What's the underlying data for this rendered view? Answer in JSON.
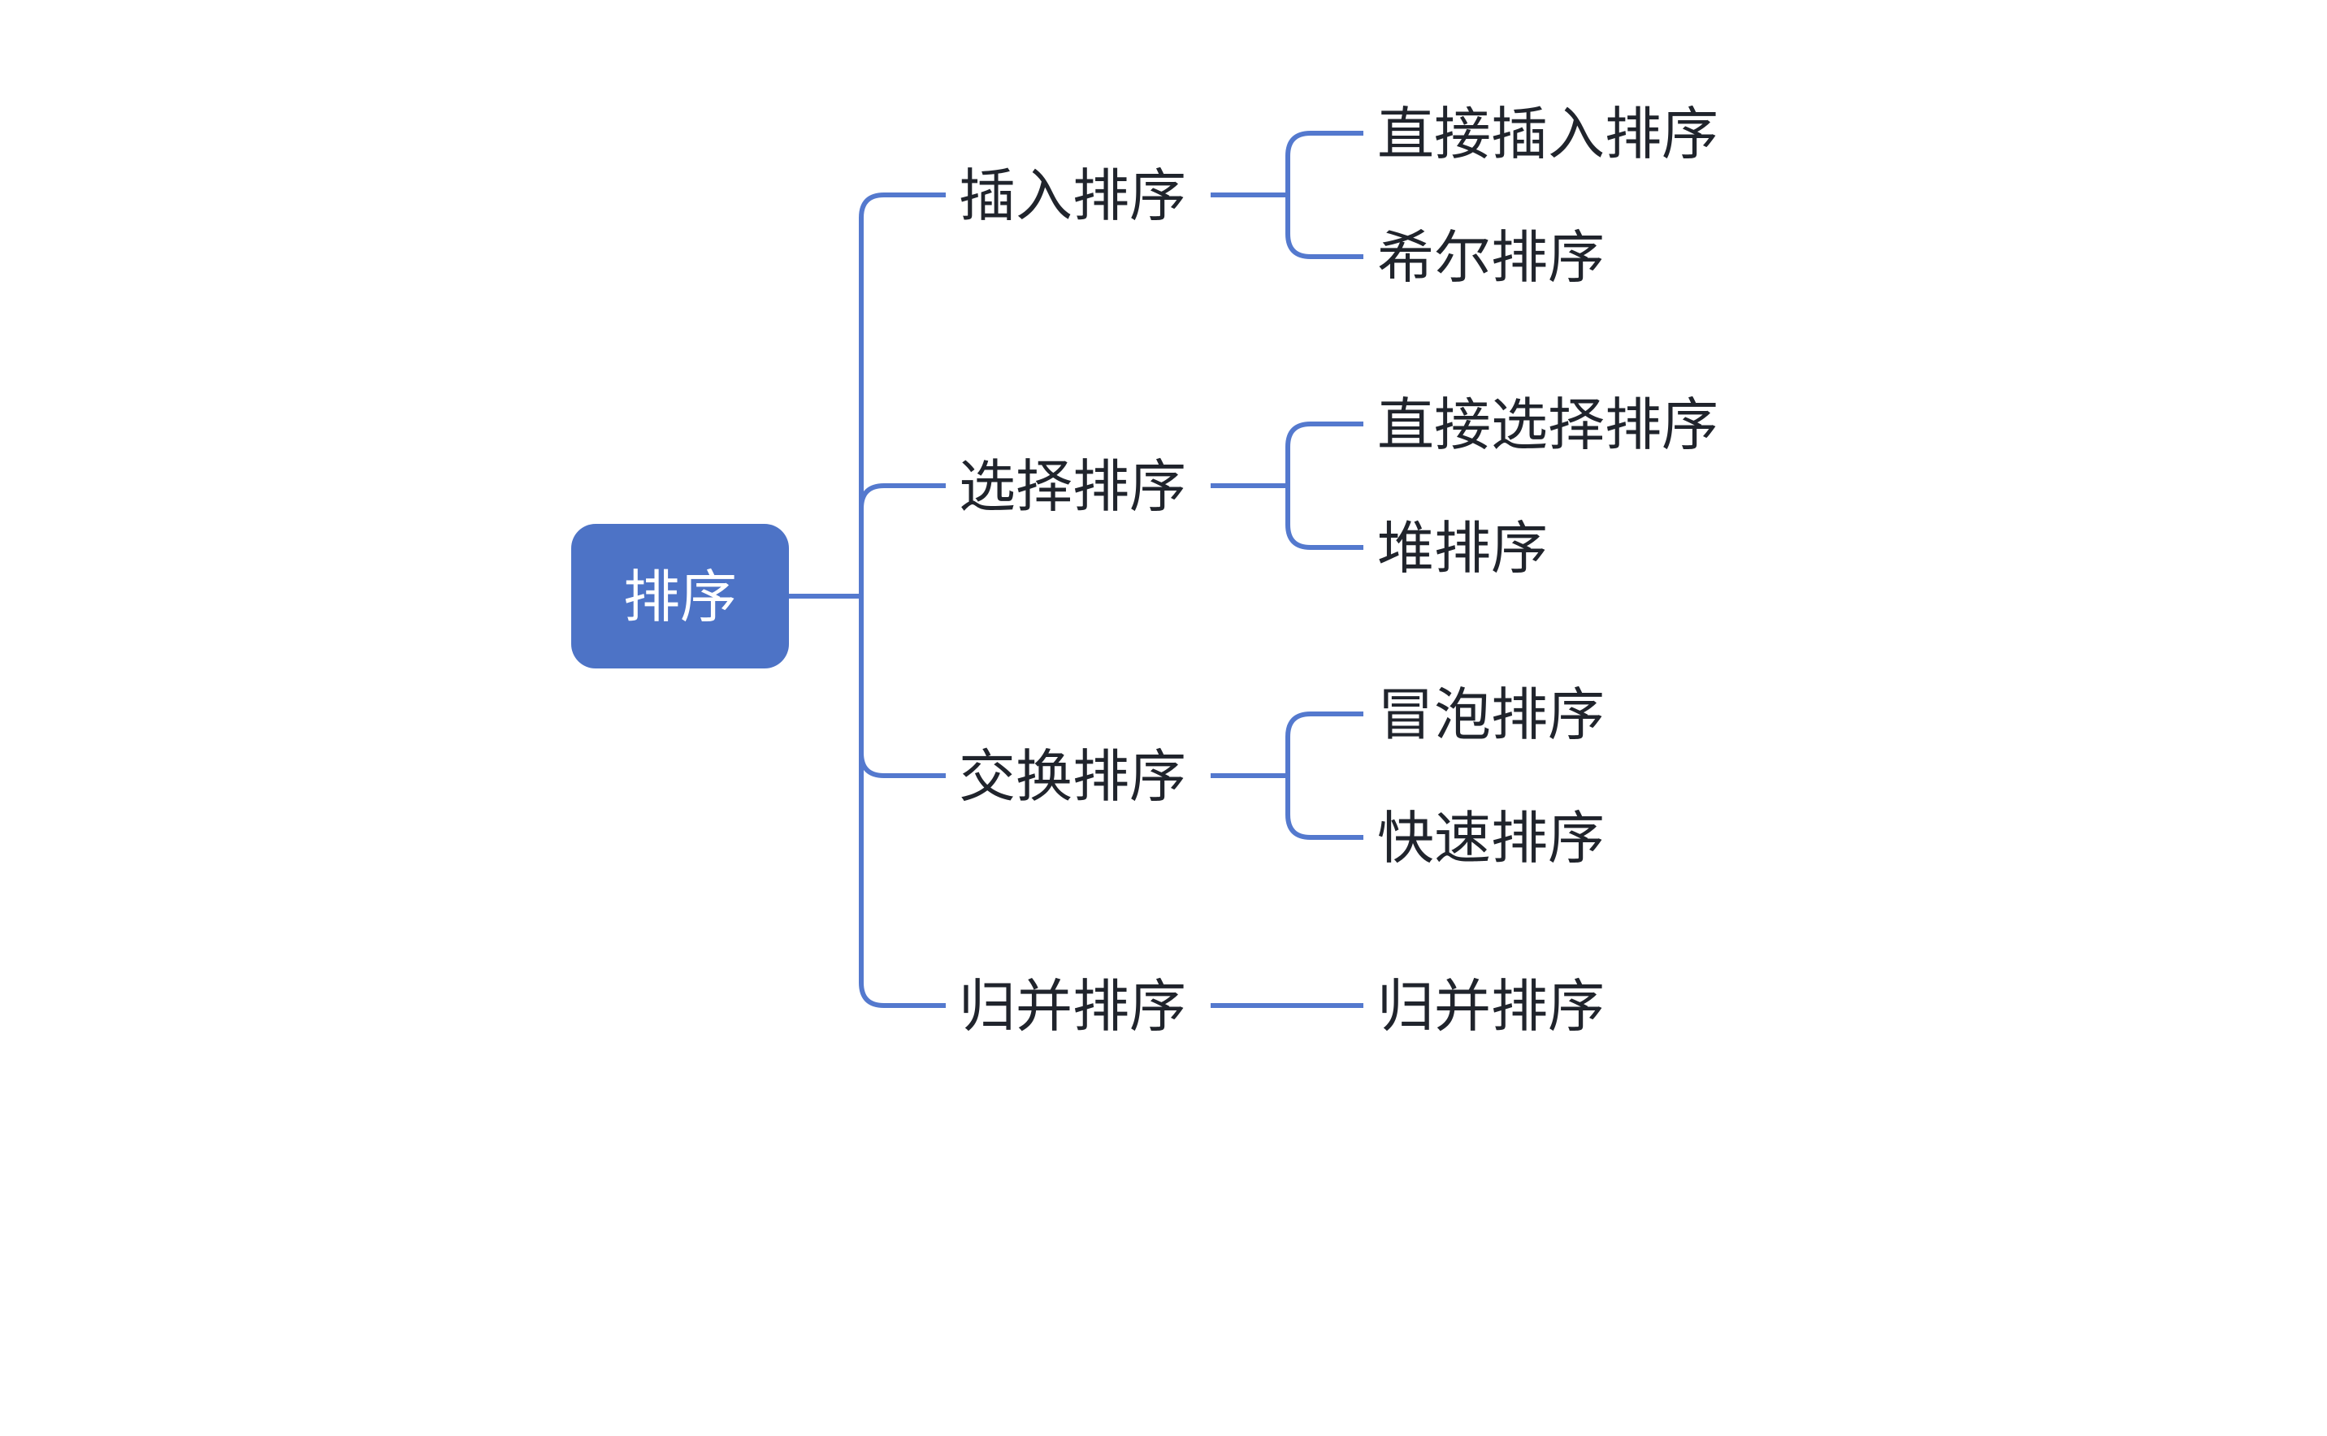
{
  "colors": {
    "node_fill": "#4D73C6",
    "node_text": "#FFFFFF",
    "line": "#5479CE",
    "text": "#20242C",
    "background": "#FFFFFF"
  },
  "mindmap": {
    "root": {
      "label": "排序"
    },
    "branches": [
      {
        "label": "插入排序",
        "children": [
          {
            "label": "直接插入排序"
          },
          {
            "label": "希尔排序"
          }
        ]
      },
      {
        "label": "选择排序",
        "children": [
          {
            "label": "直接选择排序"
          },
          {
            "label": "堆排序"
          }
        ]
      },
      {
        "label": "交换排序",
        "children": [
          {
            "label": "冒泡排序"
          },
          {
            "label": "快速排序"
          }
        ]
      },
      {
        "label": "归并排序",
        "children": [
          {
            "label": "归并排序"
          }
        ]
      }
    ]
  }
}
